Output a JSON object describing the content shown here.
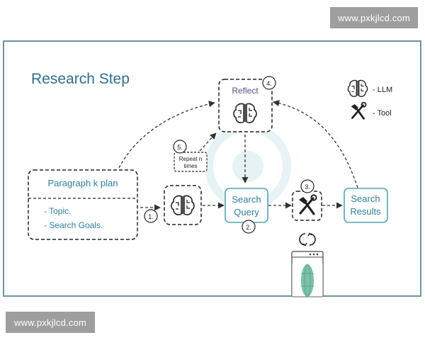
{
  "watermarks": {
    "top": "www.pxkjlcd.com",
    "bottom": "www.pxkjlcd.com"
  },
  "title": "Research Step",
  "legend": {
    "llm": "- LLM",
    "tool": "- Tool"
  },
  "nodes": {
    "reflect": "Reflect",
    "plan_title": "Paragraph k plan",
    "plan_items": [
      "- Topic.",
      "- Search Goals."
    ],
    "search_query": [
      "Search",
      "Query"
    ],
    "search_results": [
      "Search",
      "Results"
    ],
    "repeat": [
      "Repeat n",
      "times"
    ]
  },
  "step_badges": [
    "1.",
    "2.",
    "3.",
    "4.",
    "5."
  ],
  "colors": {
    "frame": "#6e93a7",
    "title": "#2f6f8f",
    "teal": "#4fa6b8",
    "teal_text": "#2d7f9a",
    "reflect_text": "#5b4b8a",
    "dash": "#333333"
  }
}
